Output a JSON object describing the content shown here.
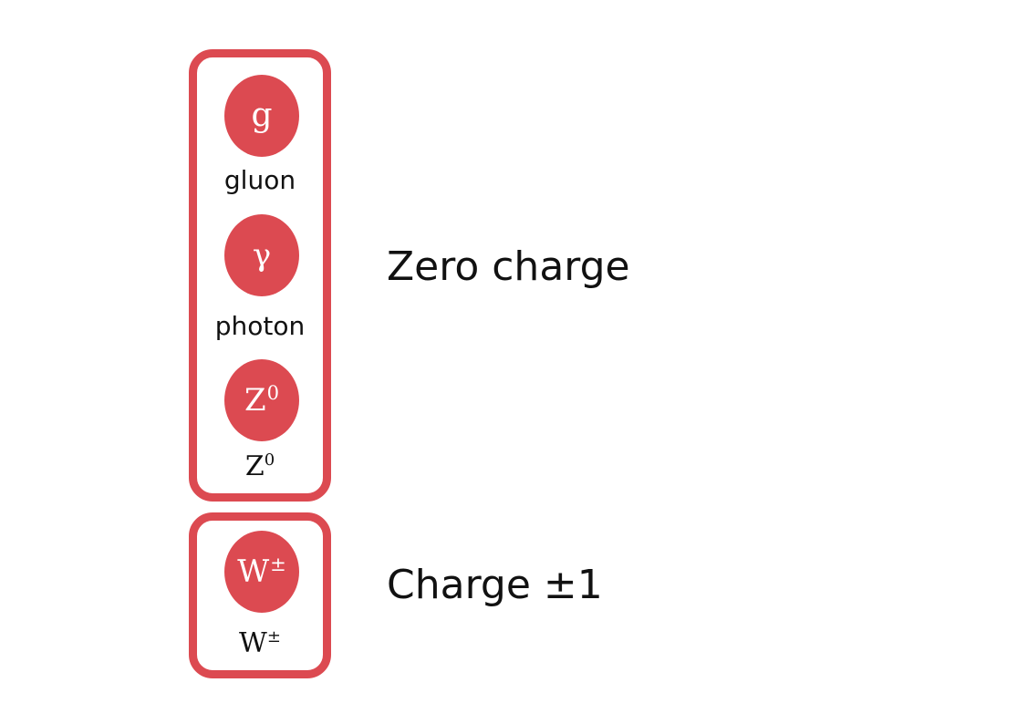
{
  "colors": {
    "accent": "#dc4a51",
    "text": "#111111",
    "background": "#ffffff"
  },
  "groups": [
    {
      "label": "Zero charge",
      "particles": [
        {
          "symbol": "g",
          "symbol_sup": "",
          "name": "gluon",
          "name_sup": ""
        },
        {
          "symbol": "γ",
          "symbol_sup": "",
          "name": "photon",
          "name_sup": ""
        },
        {
          "symbol": "Z",
          "symbol_sup": "0",
          "name": "Z",
          "name_sup": "0"
        }
      ]
    },
    {
      "label": "Charge ±1",
      "particles": [
        {
          "symbol": "W",
          "symbol_sup": "±",
          "name": "W",
          "name_sup": "±"
        }
      ]
    }
  ]
}
